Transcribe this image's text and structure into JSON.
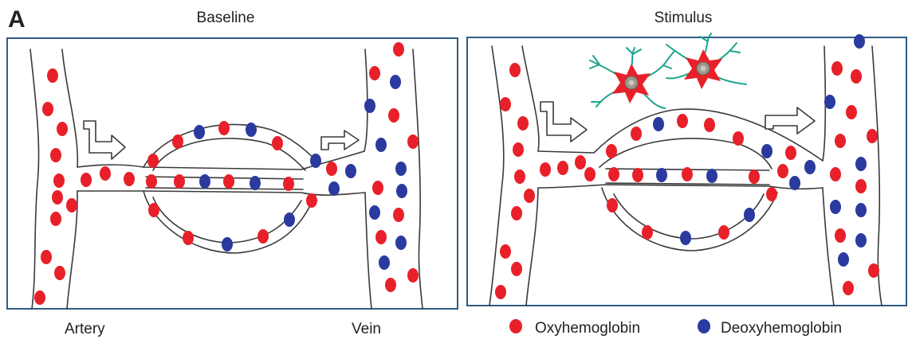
{
  "figure": {
    "panel_letter": "A",
    "panels": [
      {
        "id": "baseline",
        "title": "Baseline"
      },
      {
        "id": "stimulus",
        "title": "Stimulus"
      }
    ],
    "vessel_labels": {
      "artery": "Artery",
      "vein": "Vein"
    },
    "legend": [
      {
        "label": "Oxyhemoglobin",
        "color": "#e8202a"
      },
      {
        "label": "Deoxyhemoglobin",
        "color": "#2b3a9e"
      }
    ],
    "colors": {
      "oxy": "#e8202a",
      "deoxy": "#2b3a9e",
      "frame": "#2f5b84",
      "neuron_body": "#e8202a",
      "neuron_dendrite": "#1aa58e"
    },
    "icons": [
      "flow-arrow-icon",
      "neuron-icon"
    ]
  }
}
